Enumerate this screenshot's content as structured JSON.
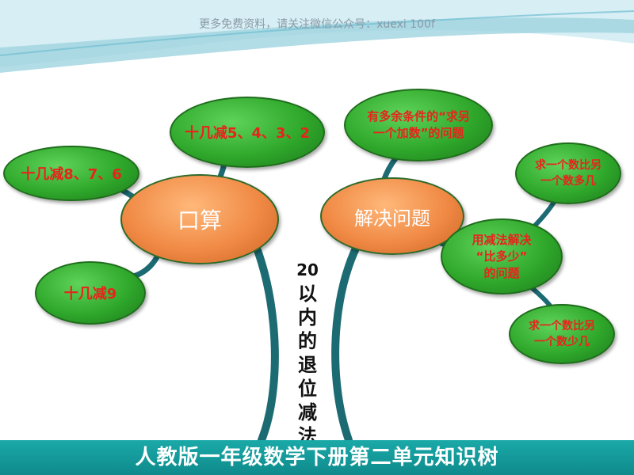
{
  "watermark": "更多免费资料，请关注微信公众号：xuexi 100f",
  "center_title": {
    "number": "20",
    "chars": [
      "以",
      "内",
      "的",
      "退",
      "位",
      "减",
      "法"
    ]
  },
  "left_branch": {
    "hub": "口算",
    "leaves": [
      "十几减5、4、3、2",
      "十几减8、7、6",
      "十几减9"
    ]
  },
  "right_branch": {
    "hub": "解决问题",
    "top_leaf": [
      "有多余条件的“求另",
      "一个加数”的问题"
    ],
    "sub_hub": [
      "用减法解决",
      "“比多少”",
      "的问题"
    ],
    "sub_leaves": [
      [
        "求一个数比另",
        "一个数多几"
      ],
      [
        "求一个数比另",
        "一个数少几"
      ]
    ]
  },
  "footer": "人教版一年级数学下册第二单元知识树",
  "colors": {
    "leaf_green": "#2fa82b",
    "hub_orange": "#f08a45",
    "leaf_text_red": "#e8231c",
    "trunk": "#1c6b73",
    "footer_teal": "#1aa9a8",
    "header_band": "#bfe3ec"
  }
}
